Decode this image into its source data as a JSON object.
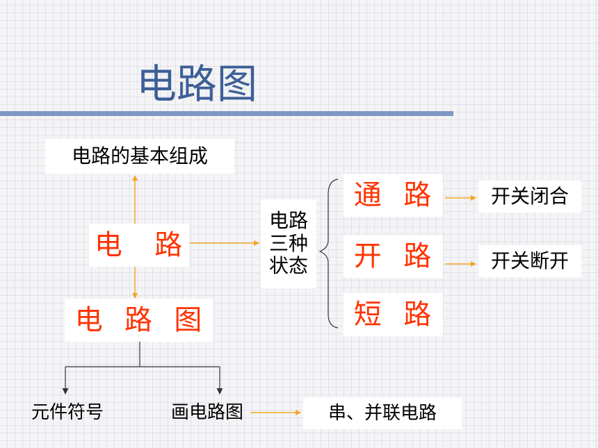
{
  "title": "电路图",
  "nodes": {
    "basic": "电路的基本组成",
    "circuit": "电   路",
    "diagram": "电  路  图",
    "states": "电路\n三种\n状态",
    "closed": "通  路",
    "open": "开  路",
    "short": "短  路",
    "switch_closed": "开关闭合",
    "switch_open": "开关断开",
    "symbols": "元件符号",
    "draw": "画电路图",
    "series_parallel": "串、并联电路"
  },
  "colors": {
    "accent_text": "#ff3300",
    "title": "#3d5f97",
    "arrow": "#f5a623",
    "connector": "#333333"
  }
}
